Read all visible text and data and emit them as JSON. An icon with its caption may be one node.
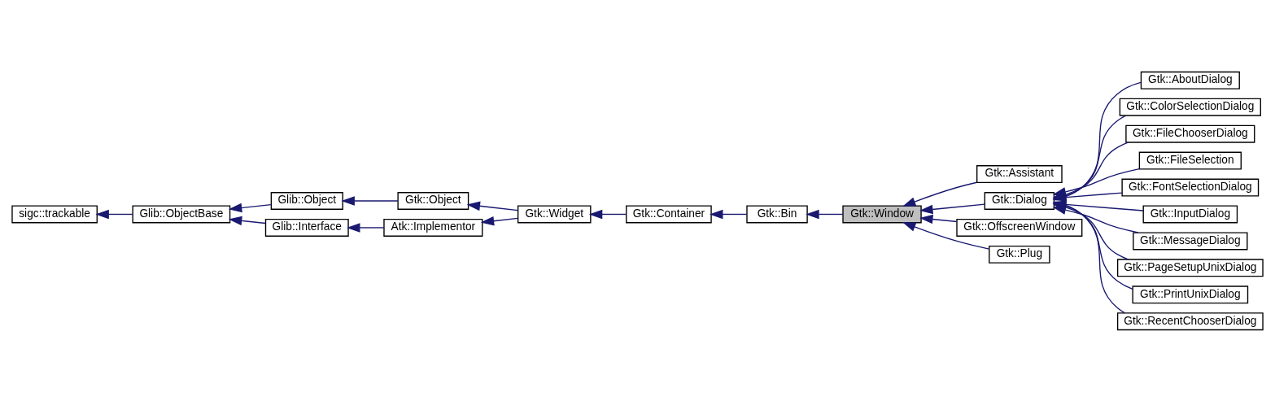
{
  "diagram": {
    "nodes": [
      {
        "text": [
          "sigc::trackable"
        ]
      },
      {
        "text": [
          "Glib::ObjectBase"
        ]
      },
      {
        "text": [
          "Glib::Object"
        ]
      },
      {
        "text": [
          "Glib::Interface"
        ]
      },
      {
        "text": [
          "Gtk::Object"
        ]
      },
      {
        "text": [
          "Atk::Implementor"
        ]
      },
      {
        "text": [
          "Gtk::Widget"
        ]
      },
      {
        "text": [
          "Gtk::Container"
        ]
      },
      {
        "text": [
          "Gtk::Bin"
        ]
      },
      {
        "text": [
          "Gtk::Window"
        ]
      },
      {
        "text": [
          "Gtk::Assistant"
        ]
      },
      {
        "text": [
          "Gtk::Dialog"
        ]
      },
      {
        "text": [
          "Gtk::OffscreenWindow"
        ]
      },
      {
        "text": [
          "Gtk::Plug"
        ]
      },
      {
        "text": [
          "Gtk::AboutDialog"
        ]
      },
      {
        "text": [
          "Gtk::ColorSelectionDialog"
        ]
      },
      {
        "text": [
          "Gtk::FileChooserDialog"
        ]
      },
      {
        "text": [
          "Gtk::FileSelection"
        ]
      },
      {
        "text": [
          "Gtk::FontSelectionDialog"
        ]
      },
      {
        "text": [
          "Gtk::InputDialog"
        ]
      },
      {
        "text": [
          "Gtk::MessageDialog"
        ]
      },
      {
        "text": [
          "Gtk::PageSetupUnixDialog"
        ]
      },
      {
        "text": [
          "Gtk::PrintUnixDialog"
        ]
      },
      {
        "text": [
          "Gtk::RecentChooserDialog"
        ]
      }
    ],
    "edges": [
      {
        "from": 1,
        "to": 0,
        "arrow": "to"
      },
      {
        "from": 2,
        "to": 1,
        "arrow": "to"
      },
      {
        "from": 3,
        "to": 1,
        "arrow": "to"
      },
      {
        "from": 4,
        "to": 2,
        "arrow": "to"
      },
      {
        "from": 5,
        "to": 3,
        "arrow": "to"
      },
      {
        "from": 6,
        "to": 4,
        "arrow": "to"
      },
      {
        "from": 6,
        "to": 5,
        "arrow": "to"
      },
      {
        "from": 7,
        "to": 6,
        "arrow": "to"
      },
      {
        "from": 8,
        "to": 7,
        "arrow": "to"
      },
      {
        "from": 9,
        "to": 8,
        "arrow": "to"
      },
      {
        "from": 10,
        "to": 9,
        "arrow": "to"
      },
      {
        "from": 11,
        "to": 9,
        "arrow": "to"
      },
      {
        "from": 12,
        "to": 9,
        "arrow": "to"
      },
      {
        "from": 13,
        "to": 9,
        "arrow": "to"
      },
      {
        "from": 14,
        "to": 11,
        "arrow": "to"
      },
      {
        "from": 15,
        "to": 11,
        "arrow": "to"
      },
      {
        "from": 16,
        "to": 11,
        "arrow": "to"
      },
      {
        "from": 17,
        "to": 11,
        "arrow": "to"
      },
      {
        "from": 18,
        "to": 11,
        "arrow": "to"
      },
      {
        "from": 19,
        "to": 11,
        "arrow": "to"
      },
      {
        "from": 20,
        "to": 11,
        "arrow": "to"
      },
      {
        "from": 21,
        "to": 11,
        "arrow": "to"
      },
      {
        "from": 22,
        "to": 11,
        "arrow": "to"
      },
      {
        "from": 23,
        "to": 11,
        "arrow": "to"
      }
    ]
  }
}
